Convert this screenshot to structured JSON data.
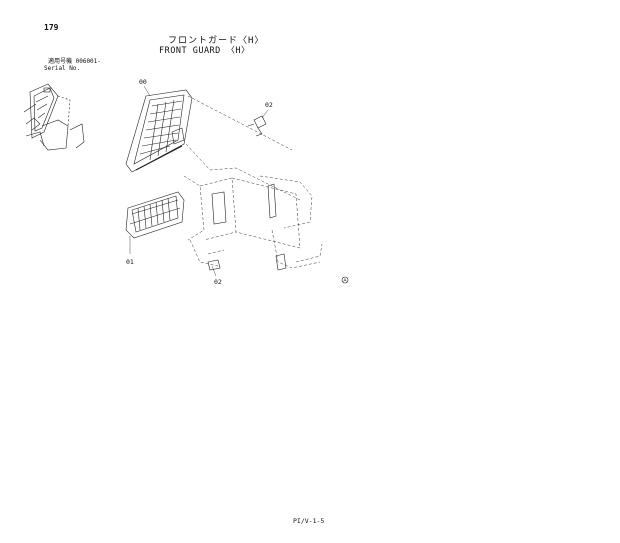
{
  "header": {
    "page_number": "179",
    "title_ja": "フロントガード〈H〉",
    "title_en": "FRONT GUARD 〈H〉",
    "serial_ja": "適用号機  006001-",
    "serial_en": "Serial No."
  },
  "diagram": {
    "callouts": [
      "00",
      "02",
      "01",
      "02"
    ]
  },
  "footer": {
    "code": "PI/V-1-5"
  }
}
